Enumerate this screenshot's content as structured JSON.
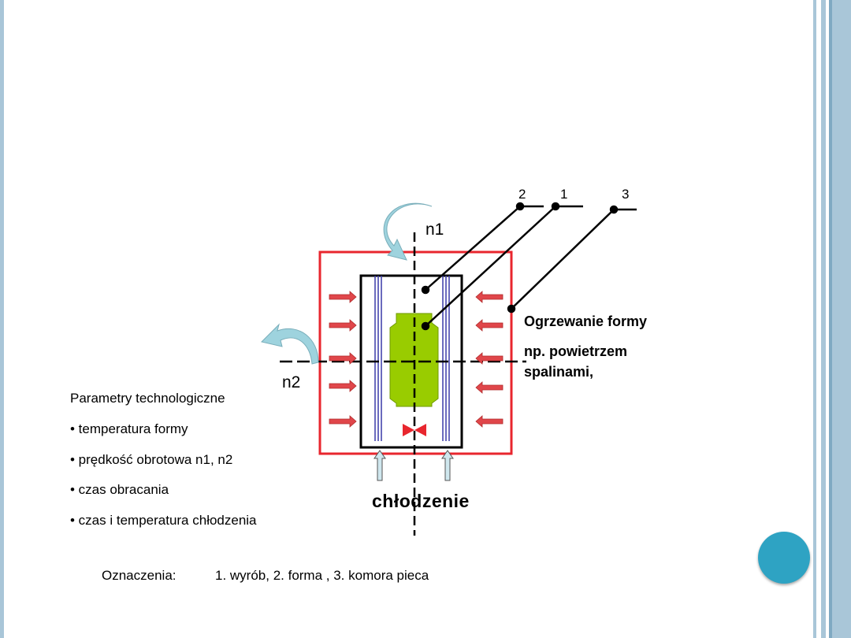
{
  "diagram": {
    "pointer_labels": [
      "2",
      "1",
      "3"
    ],
    "rotation_labels": {
      "n1": "n1",
      "n2": "n2"
    },
    "heating": {
      "title": "Ogrzewanie formy",
      "line1": "np. powietrzem",
      "line2": "spalinami,"
    },
    "cooling_label": "chłodzenie",
    "colors": {
      "furnace": "#e8262e",
      "product": "#99cc00",
      "heat_arrow": "#d93a3a",
      "mold_wall": "#3a3aa8",
      "rotation_arrow": "#9ed3de",
      "accent_circle": "#2ea3c3"
    }
  },
  "parameters": {
    "title": "Parametry technologiczne",
    "items": [
      "• temperatura formy",
      "• prędkość obrotowa n1, n2",
      "• czas obracania",
      "• czas  i temperatura chłodzenia"
    ]
  },
  "legend": {
    "label": "Oznaczenia:",
    "text": "1. wyrób, 2. forma , 3. komora pieca"
  }
}
